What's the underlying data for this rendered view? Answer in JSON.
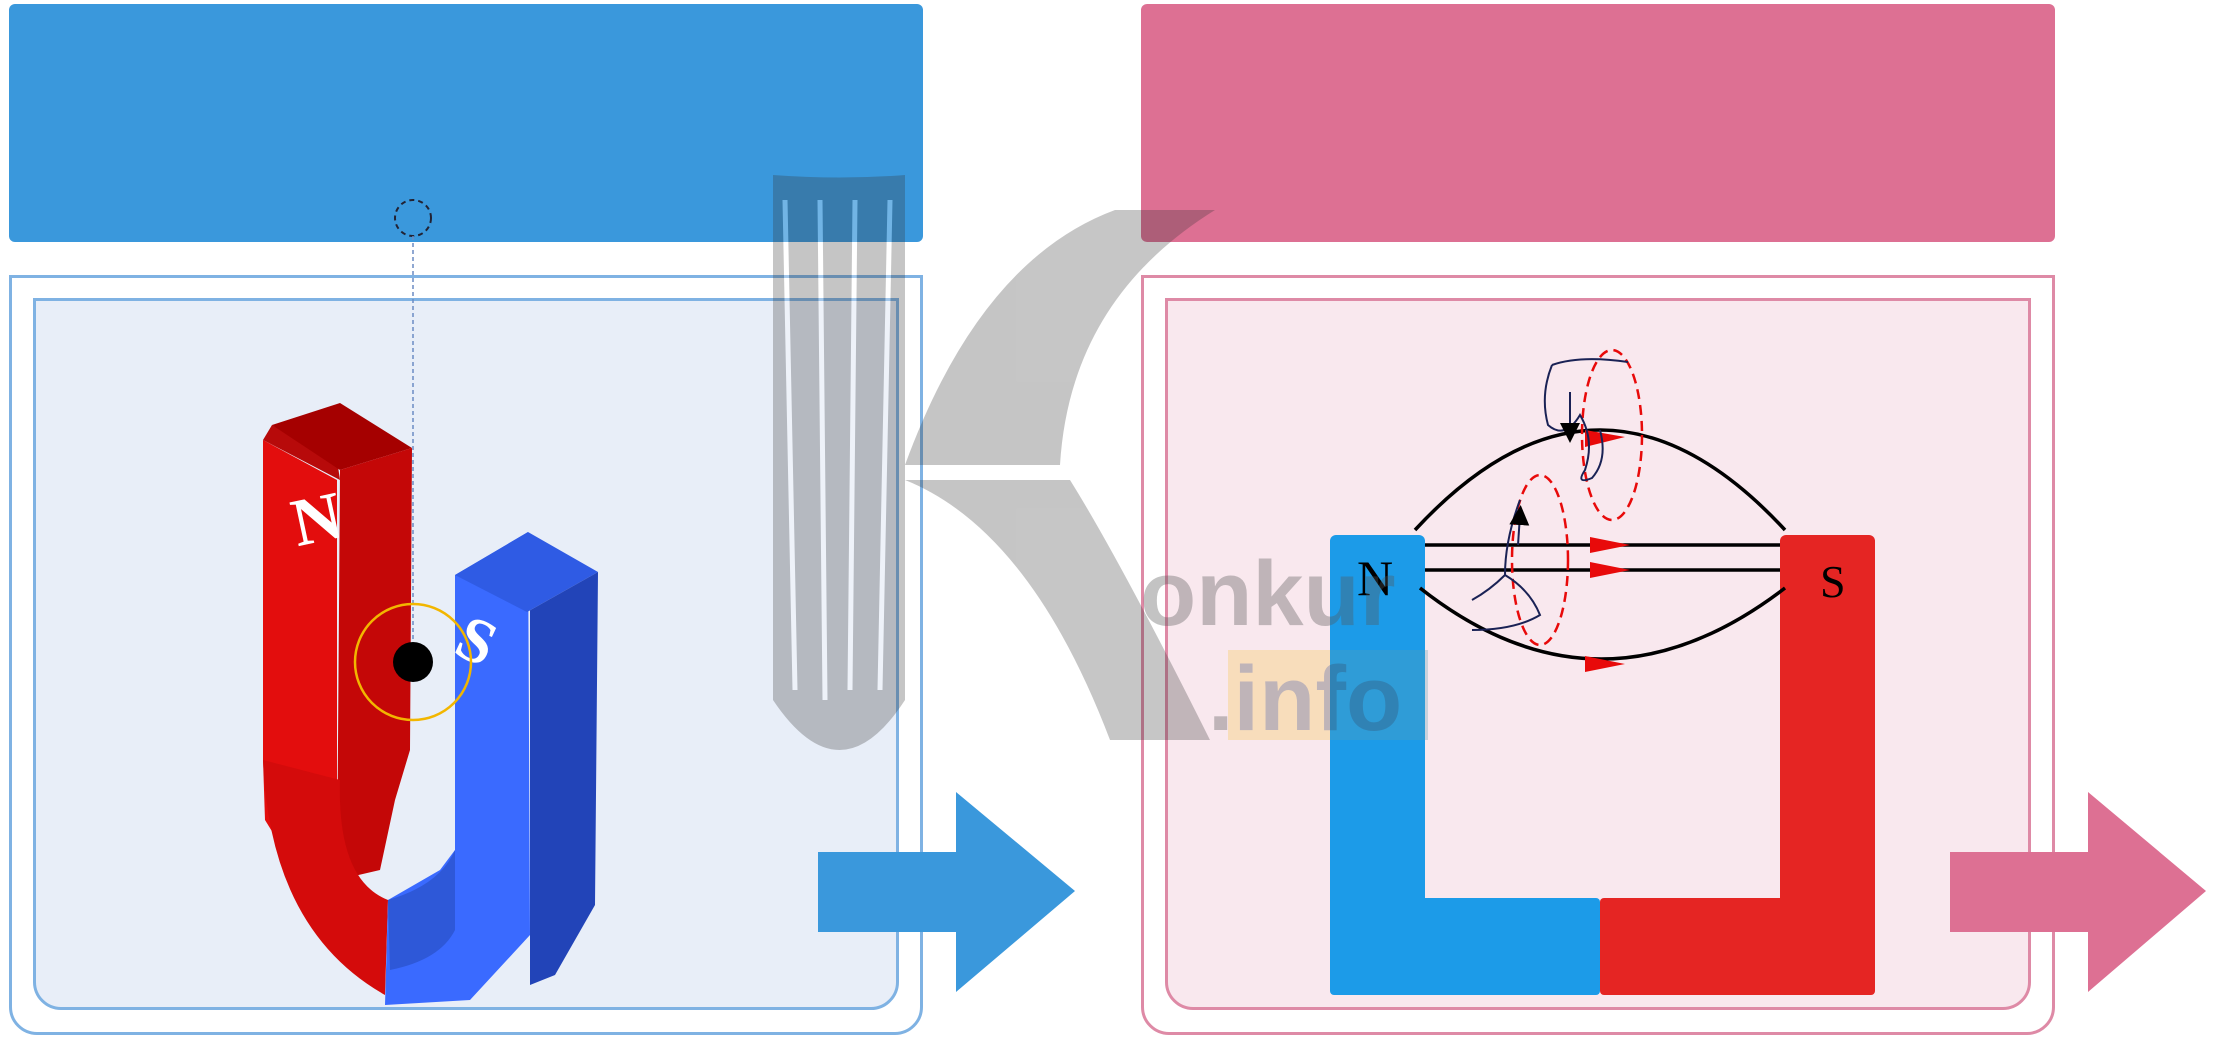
{
  "colors": {
    "left_accent": "#3a98dc",
    "left_panel_bg": "#e8eef8",
    "left_panel_border": "#7fb2e3",
    "right_accent": "#dd7093",
    "right_panel_bg": "#f9e8ee",
    "right_panel_border": "#de8aa6",
    "north_red": "#e52523",
    "south_blue": "#1c9be8"
  },
  "left_panel": {
    "magnet": {
      "north_label": "N",
      "south_label": "S"
    },
    "arrow_icon": "right-arrow-icon"
  },
  "right_panel": {
    "magnet": {
      "north_label": "N",
      "south_label": "S"
    },
    "arrow_icon": "right-arrow-icon"
  },
  "watermark": {
    "text_main": "onkur",
    "text_sub": ".info",
    "logo": "konkur-logo"
  }
}
